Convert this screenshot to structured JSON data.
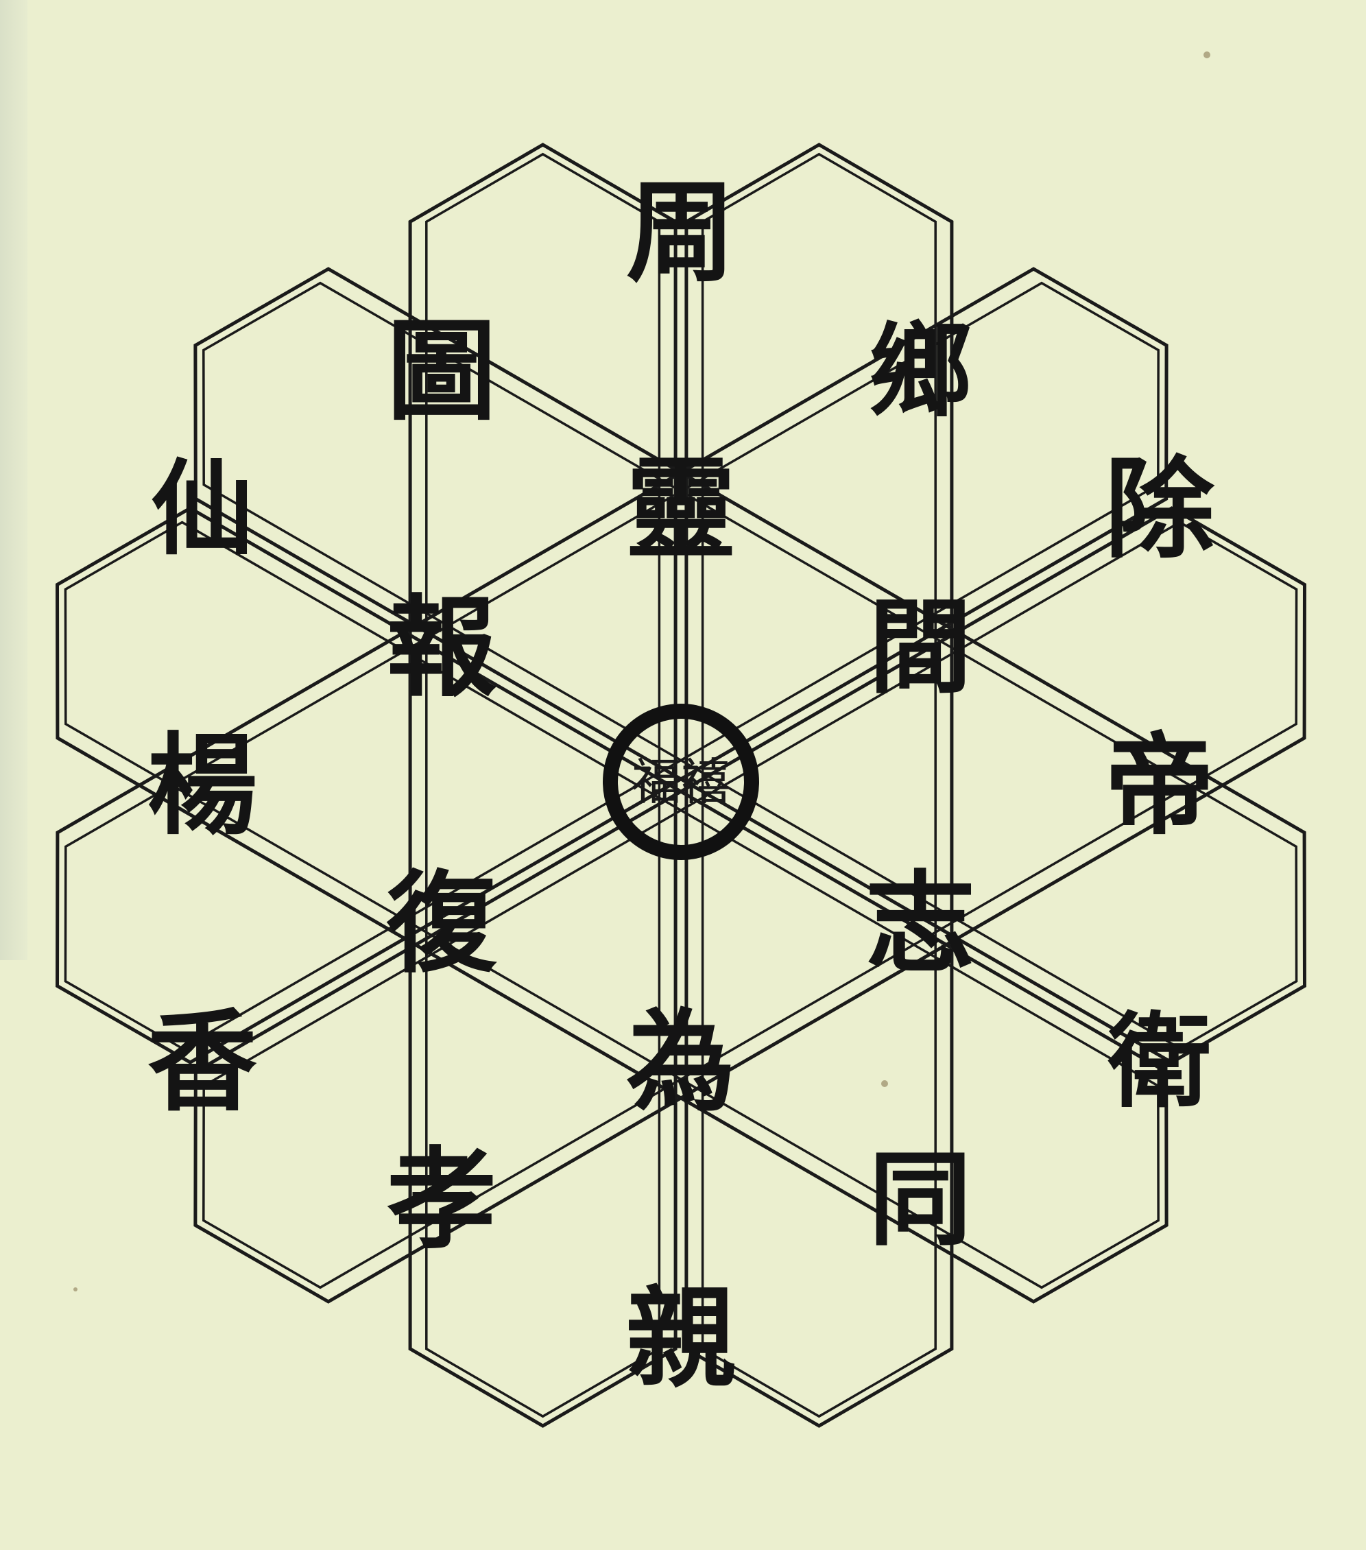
{
  "colors": {
    "paper": "#ebefcf",
    "ink": "#141414"
  },
  "central_seal": {
    "text": "福禧"
  },
  "hexagram_poem": {
    "ring_characters": [
      "周",
      "鄉",
      "除",
      "帝",
      "衛",
      "同",
      "親",
      "孝",
      "香",
      "楊",
      "仙",
      "圖"
    ],
    "inner_characters": [
      "靈",
      "間",
      "志",
      "為",
      "復",
      "報"
    ]
  }
}
